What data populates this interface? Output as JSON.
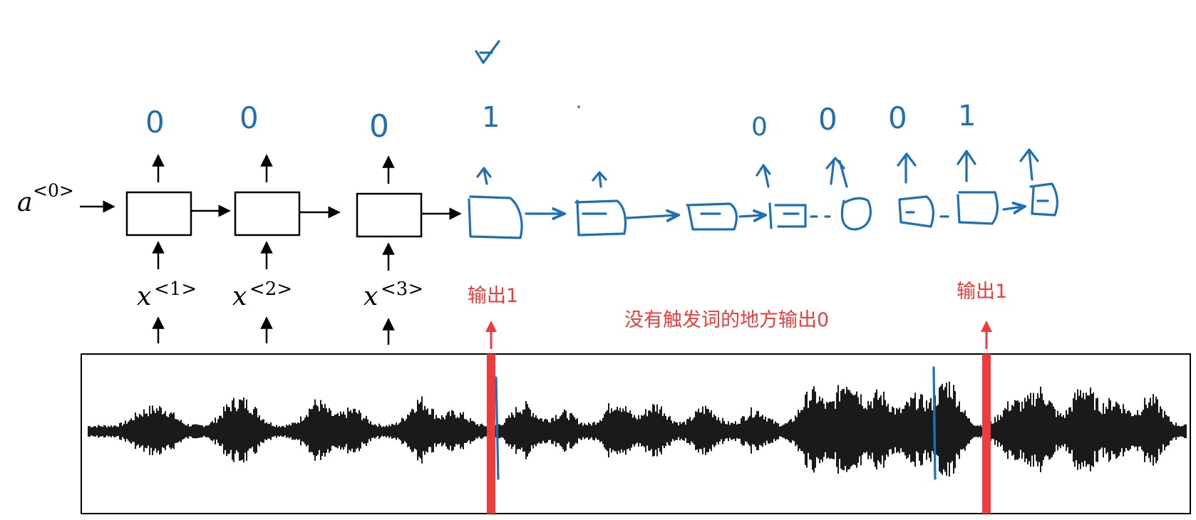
{
  "rnn": {
    "initial_state_base": "a",
    "initial_state_sup": "<0>",
    "inputs": [
      {
        "base": "x",
        "sup": "<1>"
      },
      {
        "base": "x",
        "sup": "<2>"
      },
      {
        "base": "x",
        "sup": "<3>"
      }
    ]
  },
  "handwritten": {
    "outputs": [
      "0",
      "0",
      "0",
      "1",
      "0",
      "0",
      "0",
      "1"
    ]
  },
  "annotations": {
    "left_marker": "输出1",
    "right_marker": "输出1",
    "middle_note": "没有触发词的地方输出0"
  },
  "colors": {
    "ink": "#1f6fb5",
    "annotation_red": "#ef3b3b",
    "waveform": "#000000"
  }
}
